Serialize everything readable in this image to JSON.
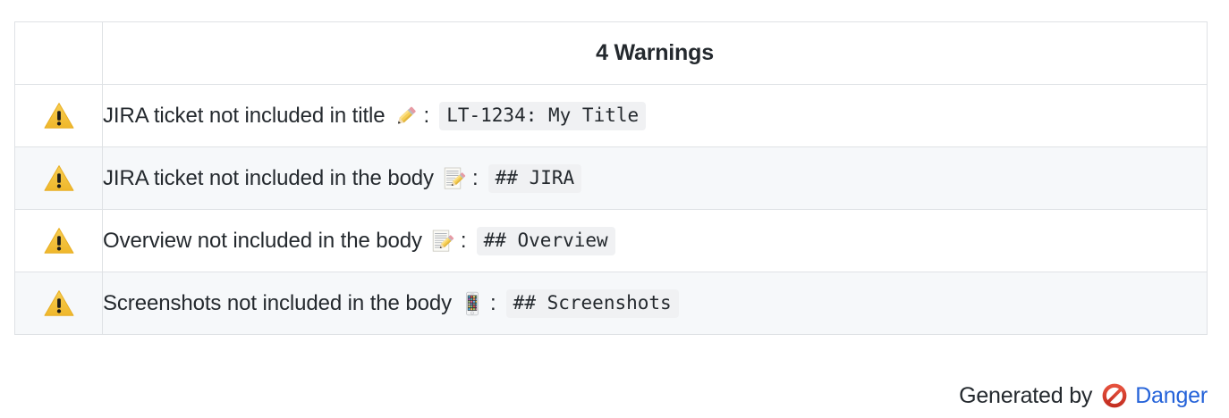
{
  "table": {
    "header": {
      "blank_label": "",
      "title": "4 Warnings"
    },
    "rows": [
      {
        "icon": "warning-triangle-icon",
        "message": "JIRA ticket not included in title",
        "emoji": "pencil-emoji",
        "separator": ":",
        "code": "LT-1234: My Title",
        "striped": false
      },
      {
        "icon": "warning-triangle-icon",
        "message": "JIRA ticket not included in the body",
        "emoji": "memo-emoji",
        "separator": ":",
        "code": "## JIRA",
        "striped": true
      },
      {
        "icon": "warning-triangle-icon",
        "message": "Overview not included in the body",
        "emoji": "memo-emoji",
        "separator": ":",
        "code": "## Overview",
        "striped": false
      },
      {
        "icon": "warning-triangle-icon",
        "message": "Screenshots not included in the body",
        "emoji": "mobile-phone-emoji",
        "separator": ":",
        "code": "## Screenshots",
        "striped": true
      }
    ]
  },
  "footer": {
    "generated_by_label": "Generated by",
    "emoji": "prohibited-sign-emoji",
    "link_label": "Danger"
  },
  "colors": {
    "link": "#2563d9",
    "warning_amber": "#f5c33c",
    "warning_amber_dark": "#efb72b",
    "table_border": "#dfe2e5",
    "row_stripe": "#f6f8fa",
    "code_background": "#f0f1f3",
    "text": "#24292e",
    "prohibited_red": "#d8392b"
  }
}
